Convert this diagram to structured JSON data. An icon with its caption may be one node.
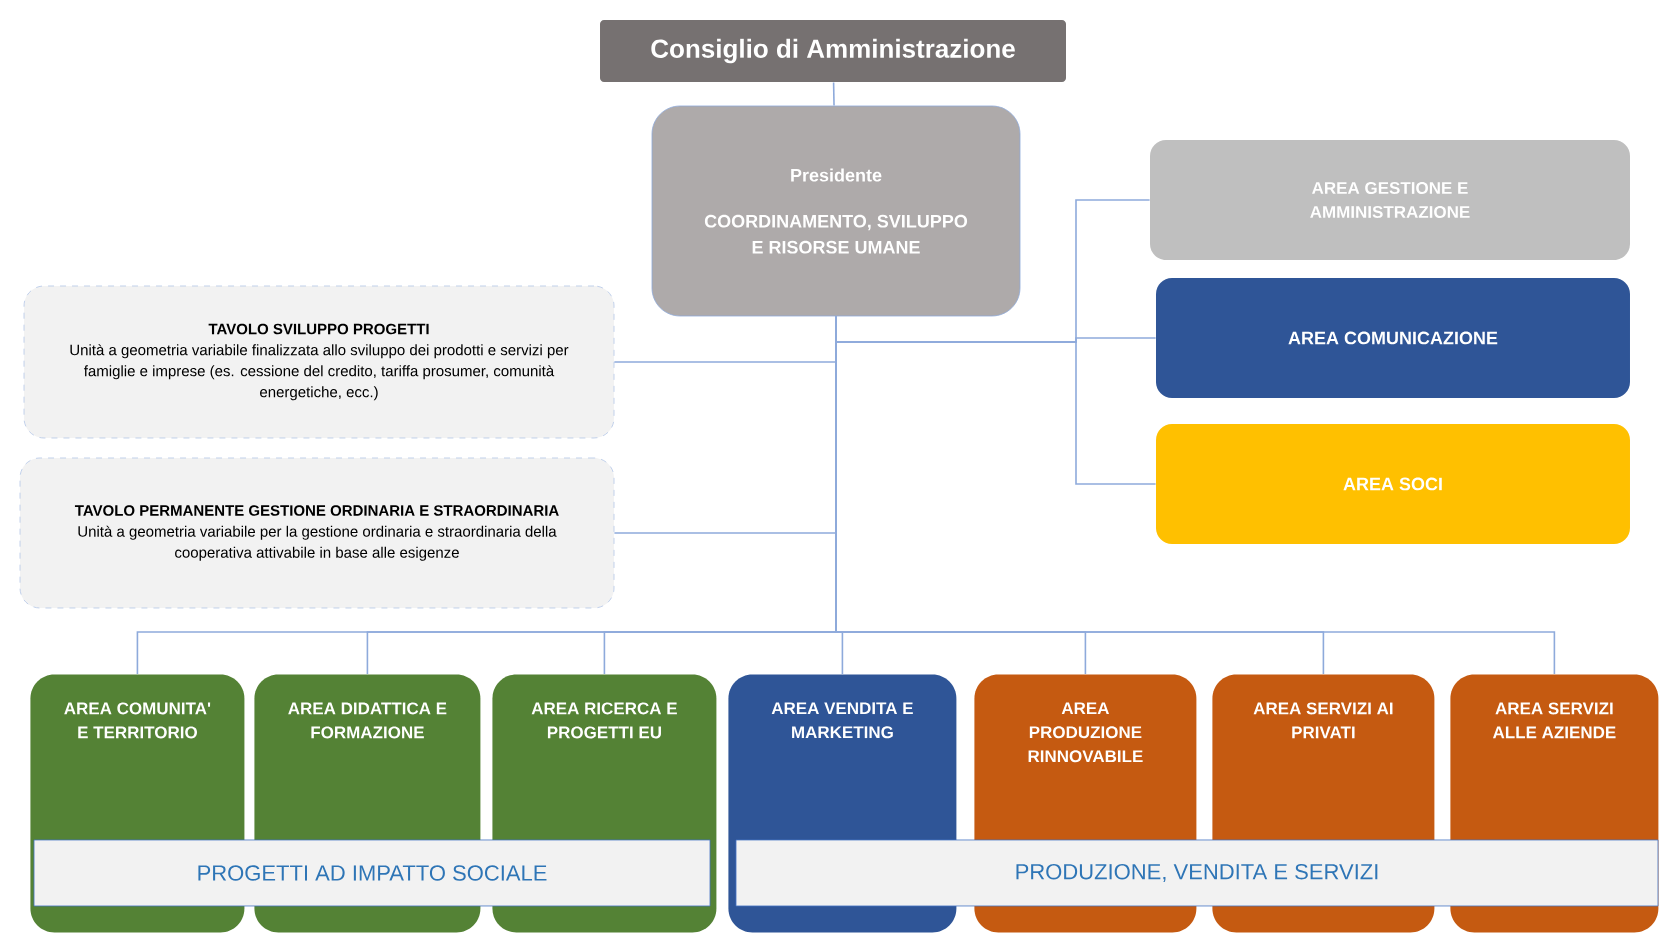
{
  "diagram": {
    "nodes": [
      {
        "text": [
          "Consiglio di Amministrazione"
        ]
      },
      {
        "text": [
          "Presidente",
          "COORDINAMENTO, SVILUPPO E RISORSE UMANE"
        ]
      },
      {
        "text": [
          "AREA GESTIONE E AMMINISTRAZIONE"
        ]
      },
      {
        "text": [
          "AREA COMUNICAZIONE"
        ]
      },
      {
        "text": [
          "AREA SOCI"
        ]
      },
      {
        "text": [
          "TAVOLO SVILUPPO PROGETTI",
          "Unità a geometria variabile finalizzata allo sviluppo dei prodotti e servizi per famiglie e imprese (es. cessione del credito, tariffa prosumer, comunità energetiche, ecc.)"
        ]
      },
      {
        "text": [
          "TAVOLO PERMANENTE GESTIONE ORDINARIA E STRAORDINARIA",
          "Unità a geometria variabile per la gestione ordinaria e straordinaria della cooperativa attivabile in base alle esigenze"
        ]
      },
      {
        "text": [
          "AREA COMUNITA' E TERRITORIO"
        ]
      },
      {
        "text": [
          "AREA DIDATTICA E FORMAZIONE"
        ]
      },
      {
        "text": [
          "AREA RICERCA E PROGETTI EU"
        ]
      },
      {
        "text": [
          "AREA VENDITA E MARKETING"
        ]
      },
      {
        "text": [
          "AREA PRODUZIONE RINNOVABILE"
        ]
      },
      {
        "text": [
          "AREA SERVIZI AI PRIVATI"
        ]
      },
      {
        "text": [
          "AREA SERVIZI ALLE AZIENDE"
        ]
      },
      {
        "text": [
          "PROGETTI AD IMPATTO SOCIALE"
        ]
      },
      {
        "text": [
          "PRODUZIONE, VENDITA E SERVIZI"
        ]
      }
    ],
    "edges": [
      {
        "from": 0,
        "to": 1,
        "arrow": "none"
      },
      {
        "from": 1,
        "to": 2,
        "arrow": "none"
      },
      {
        "from": 1,
        "to": 3,
        "arrow": "none"
      },
      {
        "from": 1,
        "to": 4,
        "arrow": "none"
      },
      {
        "from": 1,
        "to": 5,
        "arrow": "none"
      },
      {
        "from": 1,
        "to": 6,
        "arrow": "none"
      },
      {
        "from": 1,
        "to": 7,
        "arrow": "none"
      },
      {
        "from": 1,
        "to": 8,
        "arrow": "none"
      },
      {
        "from": 1,
        "to": 9,
        "arrow": "none"
      },
      {
        "from": 1,
        "to": 10,
        "arrow": "none"
      },
      {
        "from": 1,
        "to": 11,
        "arrow": "none"
      },
      {
        "from": 1,
        "to": 12,
        "arrow": "none"
      },
      {
        "from": 1,
        "to": 13,
        "arrow": "none"
      }
    ]
  }
}
